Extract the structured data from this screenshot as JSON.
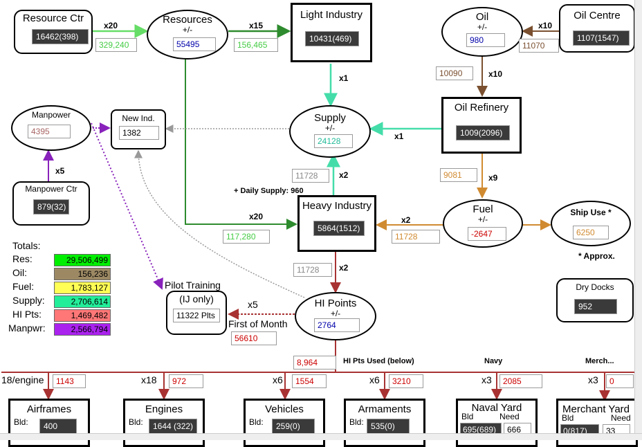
{
  "nodes": {
    "resource_ctr": {
      "title": "Resource Ctr",
      "value": "16462(398)"
    },
    "resources": {
      "title": "Resources",
      "pm": "+/-",
      "value": "55495"
    },
    "light_industry": {
      "title": "Light Industry",
      "value": "10431(469)"
    },
    "oil": {
      "title": "Oil",
      "pm": "+/-",
      "value": "980"
    },
    "oil_centre": {
      "title": "Oil Centre",
      "value": "1107(1547)"
    },
    "manpower": {
      "title": "Manpower",
      "value": "4395"
    },
    "new_ind": {
      "title": "New Ind.",
      "value": "1382"
    },
    "supply": {
      "title": "Supply",
      "pm": "+/-",
      "value": "24128"
    },
    "oil_refinery": {
      "title": "Oil Refinery",
      "value": "1009(2096)"
    },
    "manpower_ctr": {
      "title": "Manpower Ctr",
      "value": "879(32)"
    },
    "heavy_industry": {
      "title": "Heavy Industry",
      "value": "5864(1512)"
    },
    "fuel": {
      "title": "Fuel",
      "pm": "+/-",
      "value": "-2647"
    },
    "ship_use": {
      "title": "Ship Use *",
      "value": "6250"
    },
    "pilot_training": {
      "title": "Pilot Training",
      "subtitle": "(IJ only)",
      "value": "11322 Plts"
    },
    "hi_points": {
      "title": "HI Points",
      "pm": "+/-",
      "value": "2764"
    },
    "dry_docks": {
      "title": "Dry Docks",
      "value": "952"
    }
  },
  "flows": {
    "rc_to_res_mult": "x20",
    "rc_to_res_val": "329,240",
    "res_to_li_mult": "x15",
    "res_to_li_val": "156,465",
    "oc_to_oil_mult": "x10",
    "oc_to_oil_val": "11070",
    "oil_to_ref_val": "10090",
    "oil_to_ref_mult": "x10",
    "li_to_supply_mult": "x1",
    "ref_to_supply_mult": "x1",
    "mp_ctr_mult": "x5",
    "hi_to_supply_val": "11728",
    "hi_to_supply_mult": "x2",
    "daily_supply": "+ Daily Supply: 960",
    "ref_to_fuel_val": "9081",
    "ref_to_fuel_mult": "x9",
    "res_to_hi_mult": "x20",
    "res_to_hi_val": "117,280",
    "fuel_to_hi_mult": "x2",
    "fuel_to_hi_val": "11728",
    "hi_to_hip_val": "11728",
    "hi_to_hip_mult": "x2",
    "approx": "* Approx.",
    "hip_to_pilot_mult": "x5",
    "first_of_month": "First of Month",
    "first_of_month_val": "56610",
    "hi_used_val": "8,964",
    "hi_used_label": "HI Pts Used (below)",
    "navy_label": "Navy",
    "merch_label": "Merch..."
  },
  "totals": {
    "heading": "Totals:",
    "rows": [
      {
        "label": "Res:",
        "value": "29,506,499",
        "color": "#00ee00"
      },
      {
        "label": "Oil:",
        "value": "156,236",
        "color": "#9c8964"
      },
      {
        "label": "Fuel:",
        "value": "1,783,127",
        "color": "#ffff55"
      },
      {
        "label": "Supply:",
        "value": "2,706,614",
        "color": "#22ee99"
      },
      {
        "label": "HI Pts:",
        "value": "1,469,482",
        "color": "#ff7777"
      },
      {
        "label": "Manpwr:",
        "value": "2,566,794",
        "color": "#aa22ee"
      }
    ]
  },
  "bottom": {
    "airframes": {
      "mult": "18/engine",
      "val": "1143",
      "title": "Airframes",
      "bld_label": "Bld:",
      "bld": "400"
    },
    "engines": {
      "mult": "x18",
      "val": "972",
      "title": "Engines",
      "bld_label": "Bld:",
      "bld": "1644 (322)"
    },
    "vehicles": {
      "mult": "x6",
      "val": "1554",
      "title": "Vehicles",
      "bld_label": "Bld:",
      "bld": "259(0)"
    },
    "armaments": {
      "mult": "x6",
      "val": "3210",
      "title": "Armaments",
      "bld_label": "Bld:",
      "bld": "535(0)"
    },
    "naval_yard": {
      "mult": "x3",
      "val": "2085",
      "title": "Naval Yard",
      "bld_label": "Bld",
      "need_label": "Need",
      "bld": "695(689)",
      "need": "666"
    },
    "merchant_yard": {
      "mult": "x3",
      "val": "0",
      "title": "Merchant Yard",
      "bld_label": "Bld",
      "need_label": "Need",
      "bld": "0(817)",
      "need": "33"
    }
  },
  "colors": {
    "resource_flow": "#2e8b2e",
    "resource_value": "#44cc44",
    "supply_flow": "#44ddaa",
    "oil_flow": "#7a5030",
    "fuel_flow": "#d08a30",
    "hi_flow": "#a83232",
    "manpower_flow": "#8822bb",
    "new_ind_flow": "#999999"
  }
}
